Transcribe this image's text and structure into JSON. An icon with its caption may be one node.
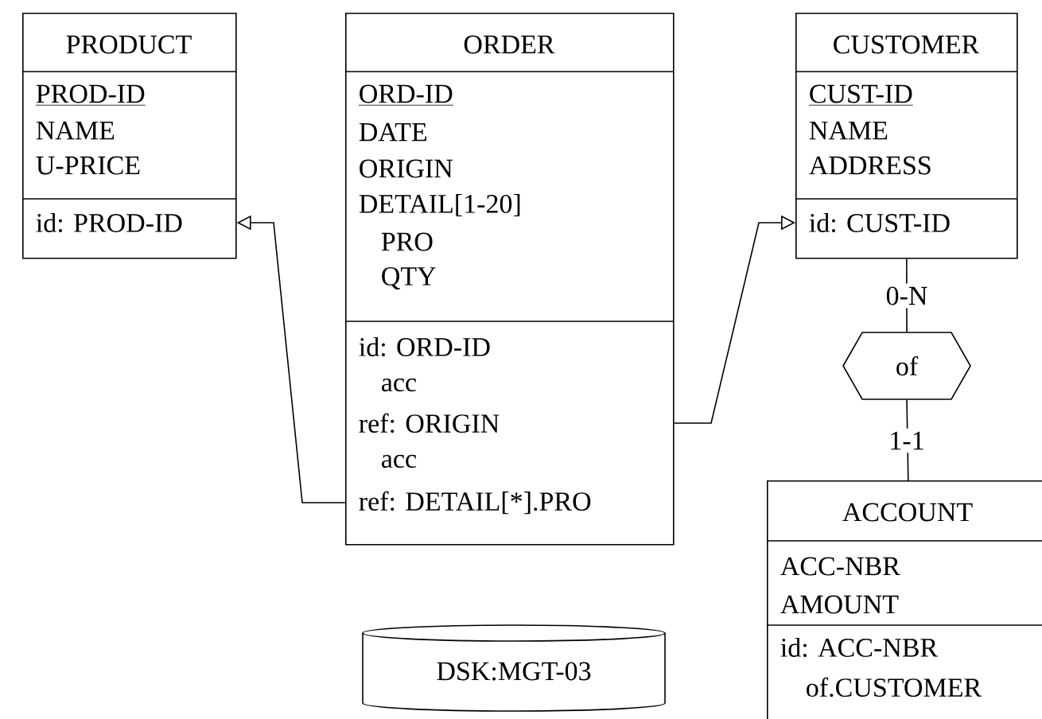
{
  "diagram": {
    "nodes": [
      {
        "text": [
          "PRODUCT",
          "PROD-ID",
          "NAME",
          "U-PRICE",
          "id: PROD-ID"
        ]
      },
      {
        "text": [
          "ORDER",
          "ORD-ID",
          "DATE",
          "ORIGIN",
          "DETAIL[1-20]",
          "PRO",
          "QTY",
          "id: ORD-ID",
          "acc",
          "ref: ORIGIN",
          "acc",
          "ref: DETAIL[*].PRO"
        ]
      },
      {
        "text": [
          "CUSTOMER",
          "CUST-ID",
          "NAME",
          "ADDRESS",
          "id: CUST-ID"
        ]
      },
      {
        "text": [
          "of"
        ]
      },
      {
        "text": [
          "ACCOUNT",
          "ACC-NBR",
          "AMOUNT",
          "id: ACC-NBR",
          "of.CUSTOMER"
        ]
      },
      {
        "text": [
          "DSK:MGT-03"
        ]
      }
    ],
    "edges": [
      {
        "from": 1,
        "to": 0,
        "arrow": "to"
      },
      {
        "from": 1,
        "to": 2,
        "arrow": "to"
      },
      {
        "from": 2,
        "to": 3,
        "arrow": "none",
        "label": "0-N"
      },
      {
        "from": 3,
        "to": 4,
        "arrow": "none",
        "label": "1-1"
      }
    ]
  }
}
